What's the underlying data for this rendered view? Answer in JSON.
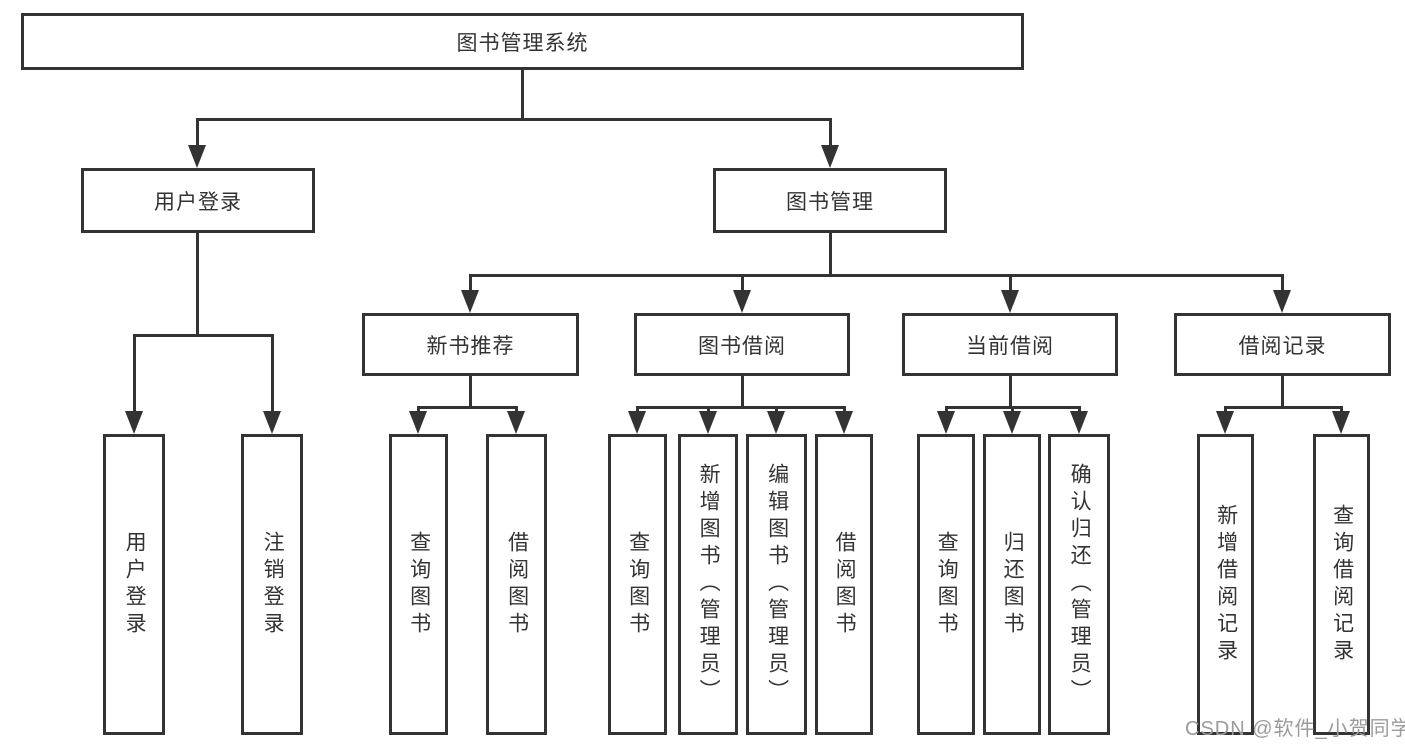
{
  "diagram": {
    "type": "hierarchy-flowchart",
    "root": "图书管理系统",
    "level2": [
      "用户登录",
      "图书管理"
    ],
    "level3": [
      "新书推荐",
      "图书借阅",
      "当前借阅",
      "借阅记录"
    ],
    "login_children": [
      "用户登录",
      "注销登录"
    ],
    "newbook_children": [
      "查询图书",
      "借阅图书"
    ],
    "bookborrow_children": [
      "查询图书",
      "新增图书（管理员）",
      "编辑图书（管理员）",
      "借阅图书"
    ],
    "currentborrow_children": [
      "查询图书",
      "归还图书",
      "确认归还（管理员）"
    ],
    "records_children": [
      "新增借阅记录",
      "查询借阅记录"
    ]
  },
  "colors": {
    "line": "#333333",
    "text": "#333333",
    "background": "#ffffff",
    "watermark": "#9b9b9b"
  },
  "watermark": "CSDN @软件_小贺同学"
}
